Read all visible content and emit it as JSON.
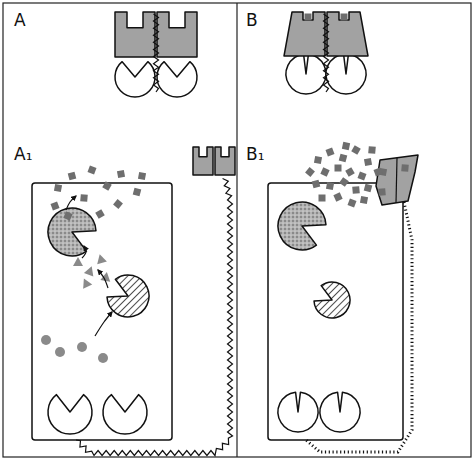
{
  "diagram": {
    "labels": [
      "A",
      "A₁",
      "B",
      "B₁"
    ]
  }
}
